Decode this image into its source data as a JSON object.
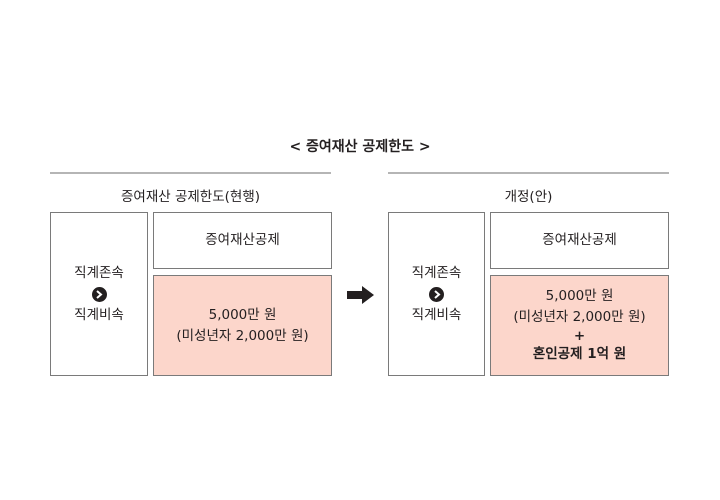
{
  "title": "< 증여재산 공제한도 >",
  "current": {
    "heading": "증여재산 공제한도(현행)",
    "left_top": "직계존속",
    "left_bottom": "직계비속",
    "deduction_label": "증여재산공제",
    "amount": "5,000만 원",
    "minor": "(미성년자 2,000만 원)"
  },
  "proposed": {
    "heading": "개정(안)",
    "left_top": "직계존속",
    "left_bottom": "직계비속",
    "deduction_label": "증여재산공제",
    "amount": "5,000만 원",
    "minor": "(미성년자 2,000만 원)",
    "plus": "+",
    "marriage": "혼인공제 1억 원"
  },
  "colors": {
    "highlight": "#fcd6cb",
    "arrow": "#231f20"
  }
}
